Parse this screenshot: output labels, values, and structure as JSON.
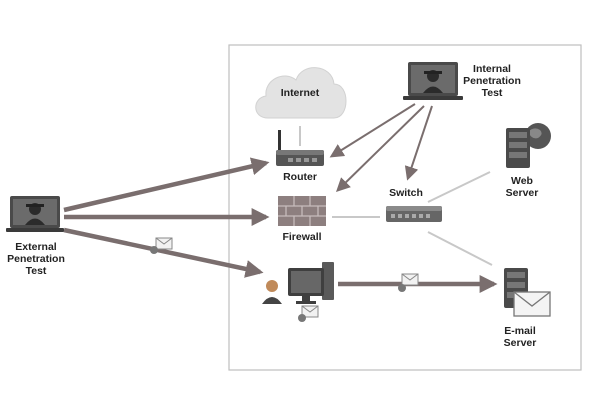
{
  "labels": {
    "internet": "Internet",
    "internal_test_line1": "Internal",
    "internal_test_line2": "Penetration",
    "internal_test_line3": "Test",
    "router": "Router",
    "firewall": "Firewall",
    "switch": "Switch",
    "web_server_line1": "Web",
    "web_server_line2": "Server",
    "external_test_line1": "External",
    "external_test_line2": "Penetration",
    "external_test_line3": "Test",
    "email_server_line1": "E-mail",
    "email_server_line2": "Server"
  },
  "colors": {
    "arrow": "#7a6e6e",
    "thin_line": "#c4c4c4",
    "frame": "#bfbfbf",
    "device_dark": "#4a4a4a",
    "device_mid": "#888888",
    "firewall_brick": "#8d7f7f",
    "cloud": "#e6e6e6"
  },
  "icons": {
    "cloud": "cloud-icon",
    "router": "router-icon",
    "firewall": "firewall-icon",
    "switch": "switch-icon",
    "web_server": "web-server-icon",
    "globe": "globe-icon",
    "email_server": "email-server-icon",
    "envelope": "envelope-icon",
    "bug": "bug-icon",
    "laptop_hacker": "hacker-laptop-icon",
    "desktop": "desktop-computer-icon",
    "user": "user-icon"
  }
}
